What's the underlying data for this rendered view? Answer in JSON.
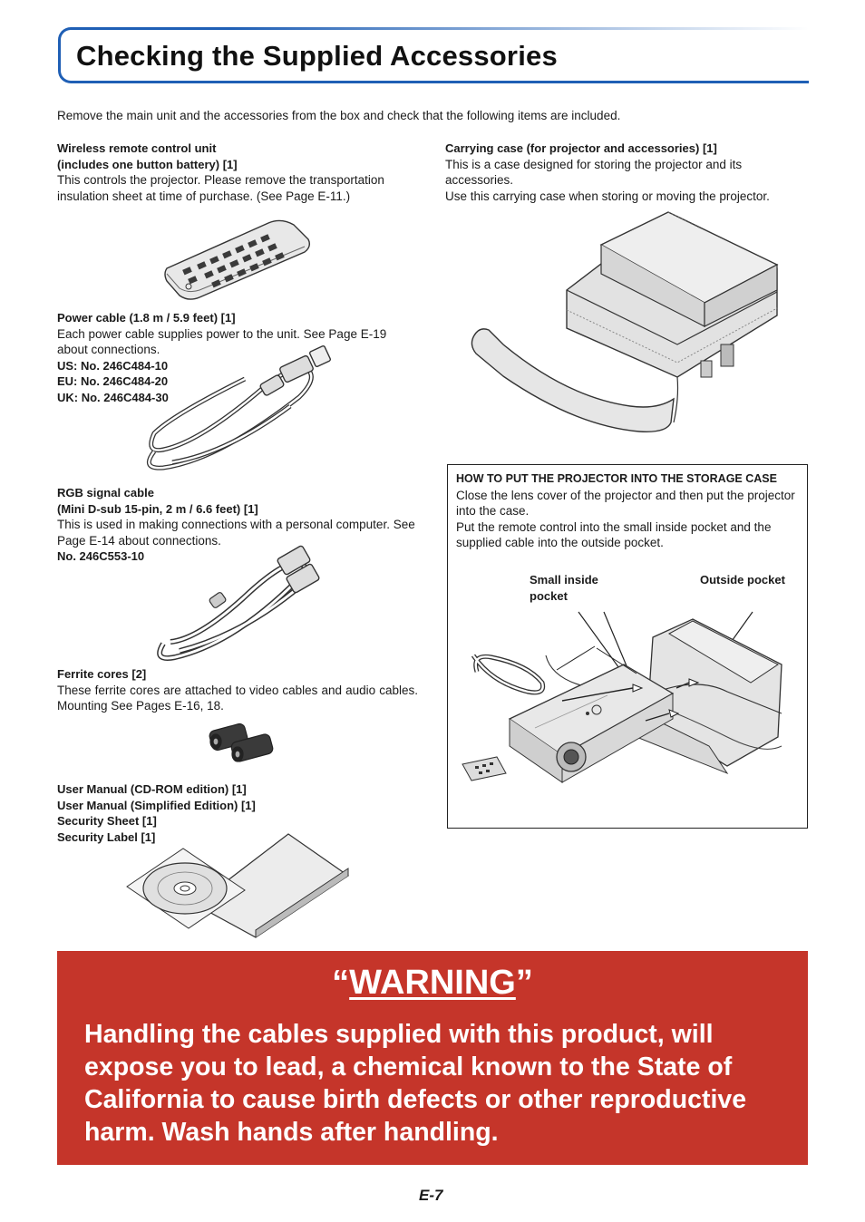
{
  "header": {
    "title": "Checking the Supplied Accessories"
  },
  "intro": "Remove the main unit and the accessories from the box and check that the following items are included.",
  "left": {
    "remote": {
      "title1": "Wireless remote control unit",
      "title2": "(includes one button battery) [1]",
      "desc": "This controls the projector. Please remove the transportation insulation sheet at time of purchase. (See Page E-11.)"
    },
    "power": {
      "title": "Power cable (1.8 m / 5.9 feet) [1]",
      "desc": "Each power cable supplies power to the unit. See Page E-19 about connections.",
      "us": "US: No. 246C484-10",
      "eu": "EU: No. 246C484-20",
      "uk": "UK: No. 246C484-30"
    },
    "rgb": {
      "title1": "RGB signal cable",
      "title2": "(Mini D-sub 15-pin, 2 m / 6.6 feet) [1]",
      "desc": "This is used in making connections with a personal computer. See Page E-14 about connections.",
      "no": "No. 246C553-10"
    },
    "ferrite": {
      "title": "Ferrite cores [2]",
      "desc": "These ferrite cores are attached to video cables and audio cables. Mounting See Pages E-16, 18."
    },
    "manuals": {
      "line1": "User Manual (CD-ROM edition) [1]",
      "line2": "User Manual (Simplified Edition) [1]",
      "line3": "Security Sheet [1]",
      "line4": "Security Label [1]"
    }
  },
  "right": {
    "case": {
      "title": "Carrying case (for projector and accessories) [1]",
      "desc1": "This is a case designed for storing the projector and its accessories.",
      "desc2": "Use this carrying case when storing or moving the projector."
    },
    "howto": {
      "title": "HOW TO PUT THE PROJECTOR INTO THE STORAGE CASE",
      "p1": "Close the lens cover of the projector and then put the projector into the case.",
      "p2": "Put the remote control into the small inside pocket and the supplied cable into the outside pocket.",
      "label_small": "Small inside pocket",
      "label_outside": "Outside pocket"
    }
  },
  "warning": {
    "open_quote": "“",
    "word": "WARNING",
    "close_quote": "”",
    "text": "Handling the cables supplied with this product, will expose you to lead, a chemical known to the State of California to cause birth defects or other reproductive harm. Wash hands after handling.",
    "bg_color": "#c5352a"
  },
  "footer": {
    "page": "E-7"
  }
}
